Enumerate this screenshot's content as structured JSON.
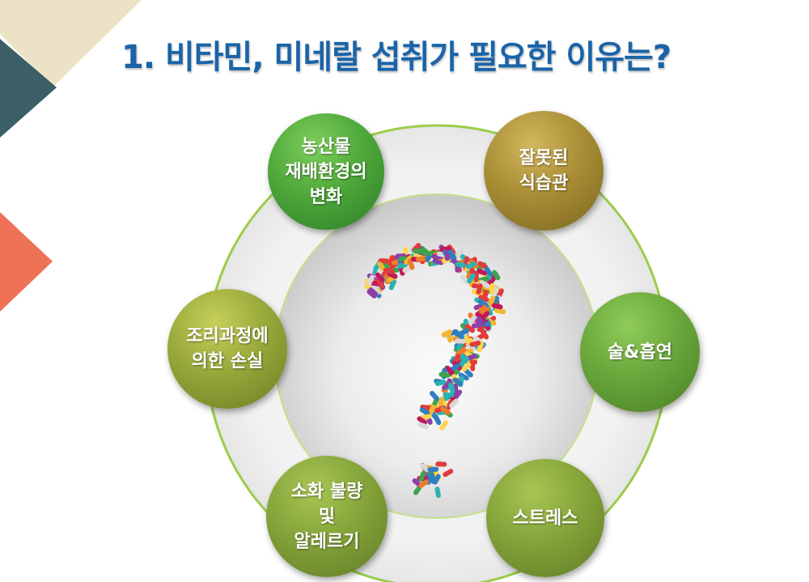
{
  "title": "1. 비타민, 미네랄 섭취가 필요한 이유는?",
  "colors": {
    "title": "#1a64a8",
    "ring": "#8cc63f",
    "deco_teal": "#3c5e66",
    "deco_beige": "#ece3c6",
    "deco_orange": "#ee7356"
  },
  "center_icon": "question-mark-made-of-pills",
  "reasons": [
    {
      "id": "agriculture",
      "label": "농산물\n재배환경의\n변화"
    },
    {
      "id": "bad-habits",
      "label": "잘못된\n식습관"
    },
    {
      "id": "cooking-loss",
      "label": "조리과정에\n의한 손실"
    },
    {
      "id": "alcohol-smoking",
      "label": "술&흡연"
    },
    {
      "id": "indigestion-allergy",
      "label": "소화 불량\n및\n알레르기"
    },
    {
      "id": "stress",
      "label": "스트레스"
    }
  ]
}
